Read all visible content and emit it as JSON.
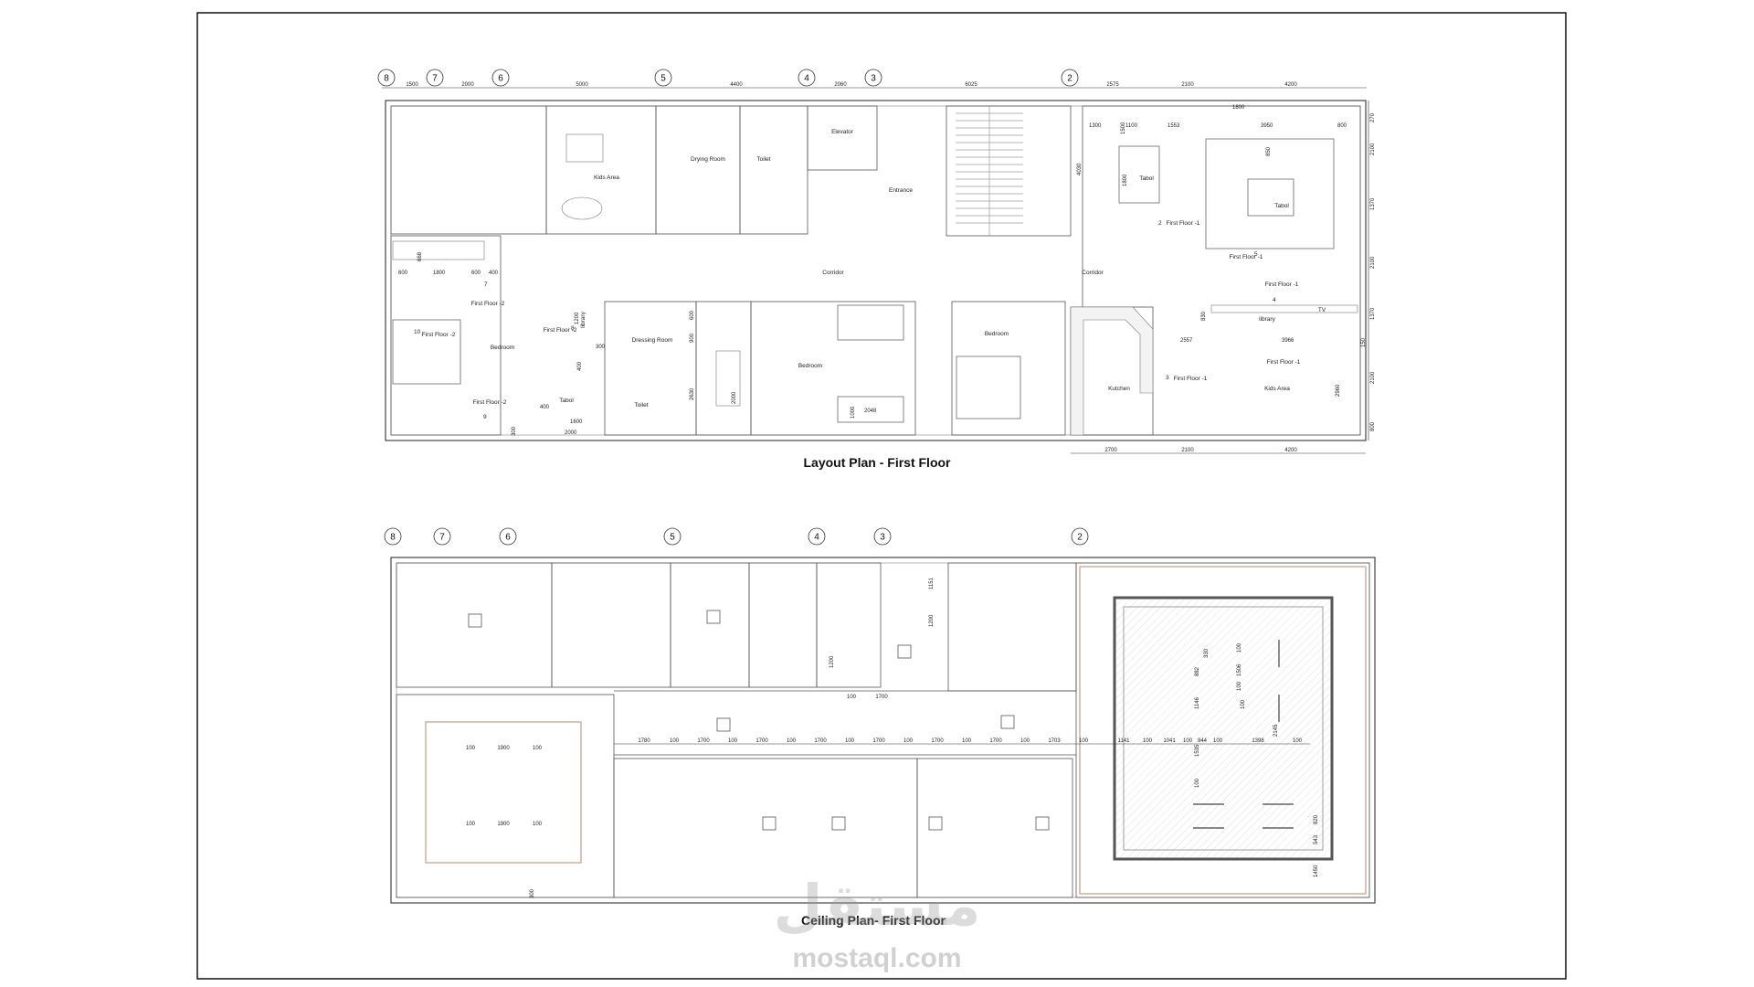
{
  "layout_plan": {
    "title": "Layout Plan - First Floor",
    "grid_axes": [
      "8",
      "7",
      "6",
      "5",
      "4",
      "3",
      "2"
    ],
    "top_dims": [
      "1500",
      "2000",
      "5000",
      "4400",
      "2060",
      "6025",
      "2575",
      "2100",
      "4200"
    ],
    "bottom_dims": [
      "2700",
      "2100",
      "4200"
    ],
    "right_dims": [
      "270",
      "2100",
      "1370",
      "2100",
      "1370",
      "150",
      "2100",
      "2960",
      "800"
    ],
    "rooms": {
      "kids_area_top": "Kids Area",
      "drying_room": "Drying Room",
      "toilet_top": "Toilet",
      "elevator": "Elevator",
      "entrance": "Entrance",
      "corridor_left": "Corridor",
      "corridor_right": "Corridor",
      "bedroom_left": "Bedroom",
      "dressing_room": "Dressing Room",
      "toilet_bottom": "Toilet",
      "bedroom_mid": "Bedroom",
      "bedroom_right": "Bedroom",
      "kitchen": "Kutchen",
      "kids_area_bottom": "Kids Area",
      "library_left": "library",
      "library_right": "library",
      "tabol_left": "Tabol",
      "tabol_dining": "Tabol",
      "tabol_living": "Tabol",
      "tv": "TV"
    },
    "floor_tags": {
      "ff2_a": "First Floor -2",
      "ff2_b": "First Floor -2",
      "ff2_c": "First Floor -2",
      "ff2_d": "First Floor -2",
      "ff1_a": "First Floor -1",
      "ff1_b": "First Floor -1",
      "ff1_c": "First Floor -1",
      "ff1_d": "First Floor -1",
      "ff1_e": "First Floor -1"
    },
    "numbers": {
      "n7": "7",
      "n10": "10",
      "n9": "9",
      "n8": "8",
      "n2": "2",
      "n5": "5",
      "n4": "4",
      "n3": "3"
    },
    "inner_dims": {
      "d600": "600",
      "d1800": "1800",
      "d600b": "600",
      "d400": "400",
      "d668": "668",
      "d1300": "1300",
      "d1100": "1100",
      "d1553": "1553",
      "d3950": "3950",
      "d850": "850",
      "d1500": "1500",
      "d1800b": "1800",
      "d4030": "4030",
      "d800": "800",
      "d1800c": "1800",
      "d1200": "1200",
      "d300": "300",
      "d600c": "600",
      "d900": "900",
      "d2630": "2630",
      "d2000": "2000",
      "d1000": "1000",
      "d2048": "2048",
      "d400b": "400",
      "d400c": "400",
      "d1600": "1600",
      "d2000b": "2000",
      "d2557": "2557",
      "d3966": "3966",
      "d830": "830",
      "d300b": "300"
    }
  },
  "ceiling_plan": {
    "title": "Ceiling Plan- First Floor",
    "grid_axes": [
      "8",
      "7",
      "6",
      "5",
      "4",
      "3",
      "2"
    ],
    "corridor_dims": [
      "1780",
      "100",
      "1700",
      "100",
      "1700",
      "100",
      "1700",
      "100",
      "1700",
      "100",
      "1700",
      "100",
      "1700",
      "100",
      "1703",
      "100",
      "1141",
      "100",
      "1041",
      "100",
      "944",
      "100",
      "1398",
      "100"
    ],
    "left_dims": [
      "100",
      "1900",
      "100",
      "100",
      "1900",
      "100"
    ],
    "vertical_dims": [
      "1151",
      "1200",
      "1200",
      "1700",
      "100",
      "300"
    ],
    "right_dims": [
      "100",
      "1506",
      "882",
      "330",
      "100",
      "1146",
      "100",
      "1535",
      "2145",
      "100",
      "820",
      "543",
      "1450"
    ]
  },
  "watermark": {
    "arabic": "مستقل",
    "latin": "mostaql.com"
  }
}
